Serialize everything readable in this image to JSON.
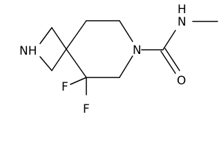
{
  "molecule": {
    "atom_labels": {
      "nh_ring": "NH",
      "n_ring": "N",
      "n_methyl": "N",
      "h_amide": "H",
      "oxygen": "O",
      "fluorine_1": "F",
      "fluorine_2": "F"
    },
    "colors": {
      "bond": "#000000",
      "label": "#000000",
      "background": "#ffffff"
    }
  }
}
